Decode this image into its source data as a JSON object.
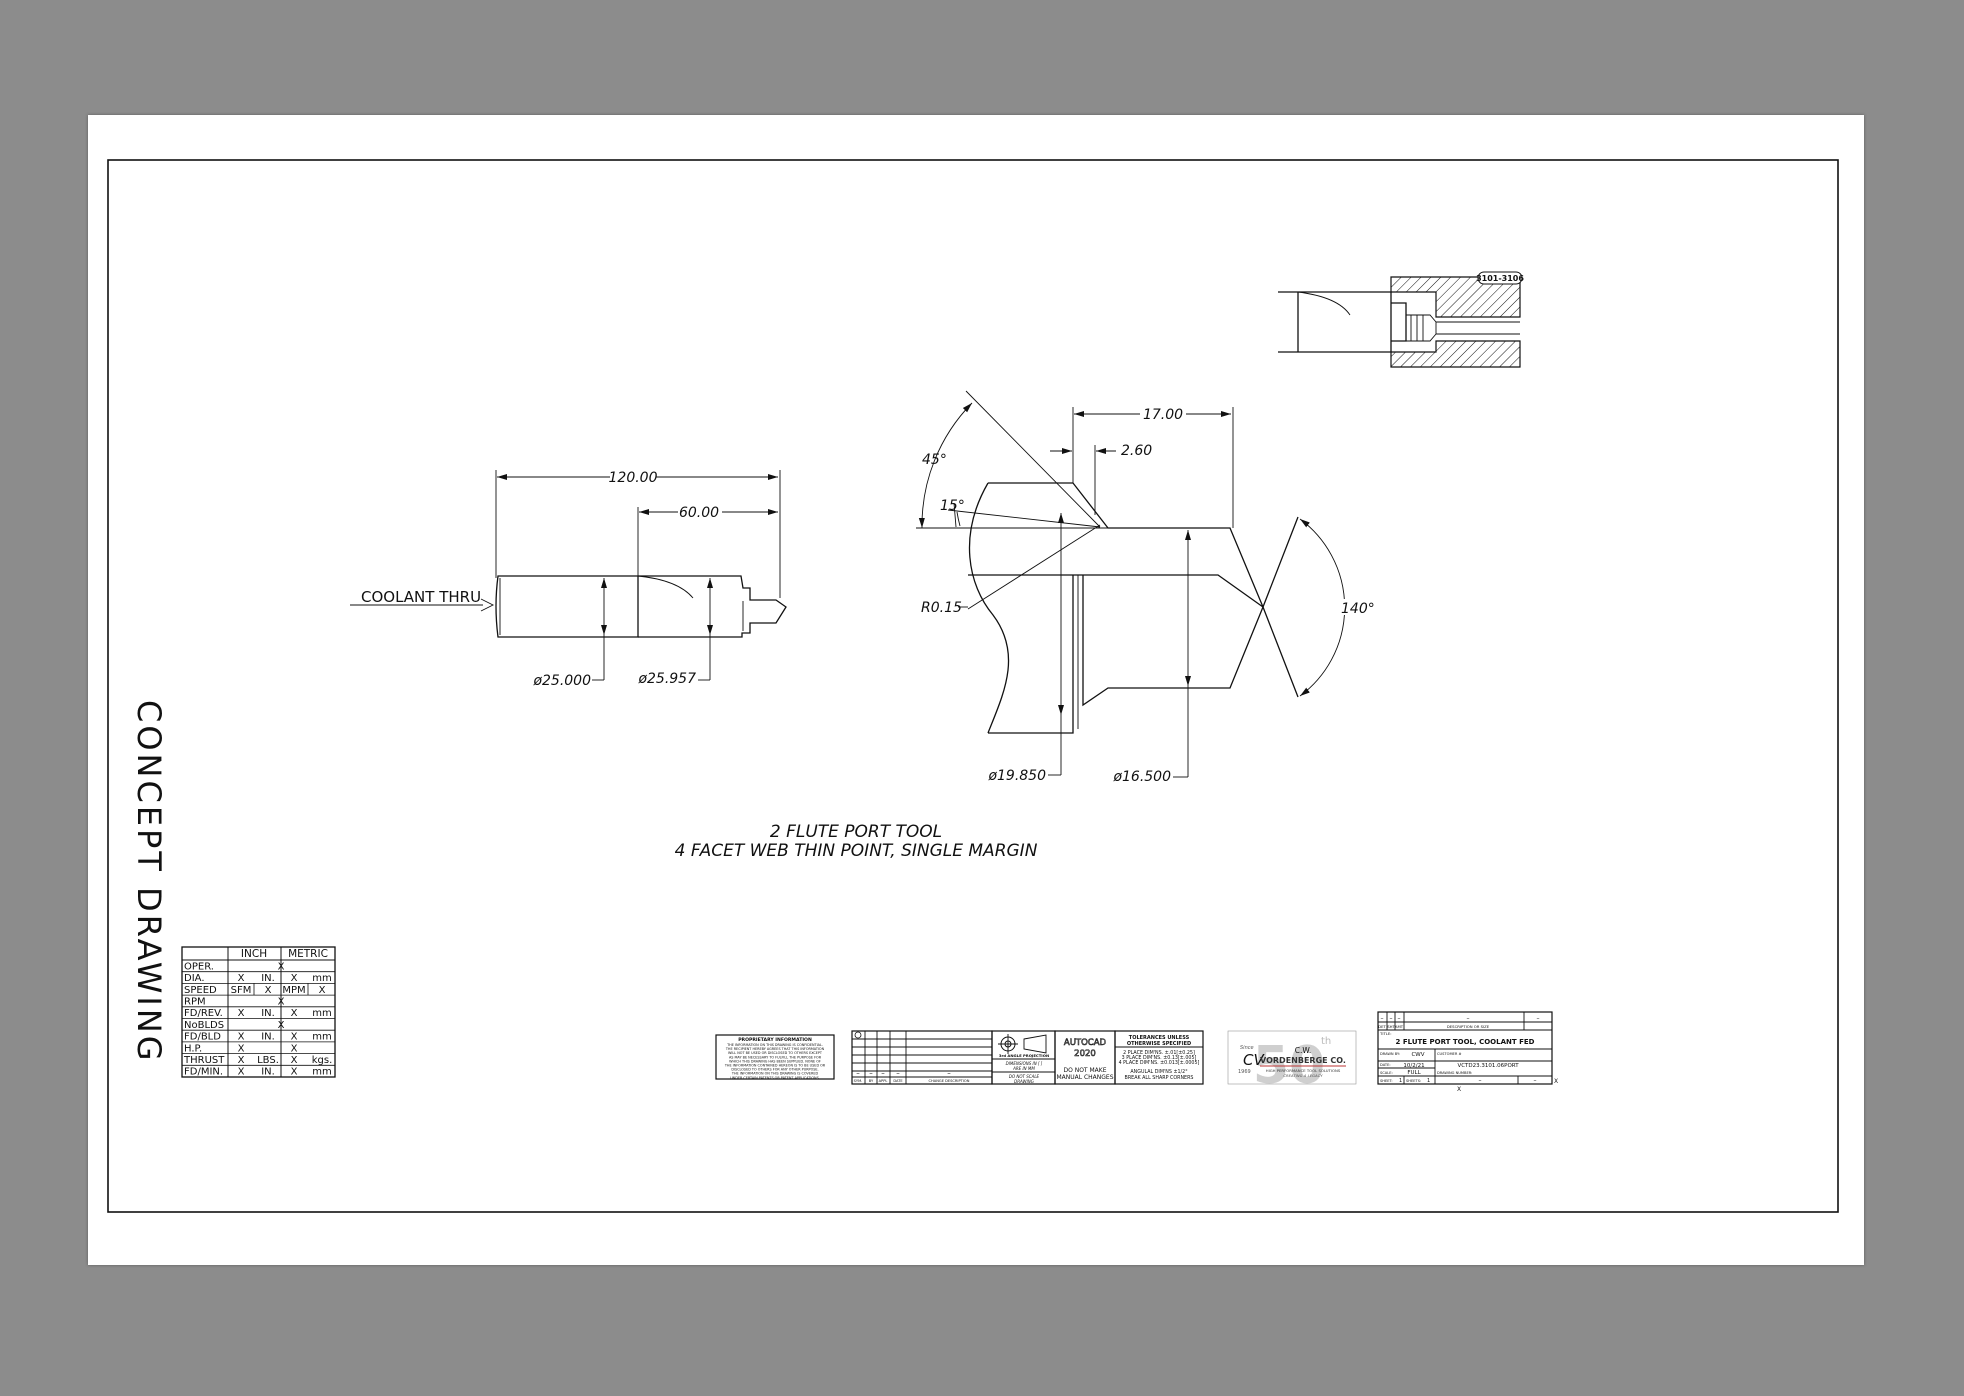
{
  "sheet": {
    "side_title": "CONCEPT DRAWING"
  },
  "callouts": {
    "coolant": "COOLANT THRU",
    "ref_tag": "3101-3106"
  },
  "dimensions": {
    "overall_length": "120.00",
    "flute_length": "60.00",
    "shank_dia": "ø25.000",
    "body_dia": "ø25.957",
    "step_length": "17.00",
    "step_offset": "2.60",
    "angle_45": "45°",
    "angle_15": "15°",
    "radius": "R0.15",
    "step_dia": "ø19.850",
    "pilot_dia": "ø16.500",
    "point_angle": "140°"
  },
  "description": {
    "line1": "2 FLUTE PORT TOOL",
    "line2": "4 FACET WEB THIN POINT, SINGLE MARGIN"
  },
  "units_table": {
    "header": [
      "",
      "INCH",
      "METRIC"
    ],
    "rows": [
      {
        "label": "OPER.",
        "cells": [
          "",
          "X",
          "",
          ""
        ]
      },
      {
        "label": "DIA.",
        "cells": [
          "X",
          "IN.",
          "X",
          "mm"
        ]
      },
      {
        "label": "SPEED",
        "cells": [
          "SFM",
          "X",
          "MPM",
          "X"
        ]
      },
      {
        "label": "RPM",
        "cells": [
          "",
          "X",
          "",
          ""
        ]
      },
      {
        "label": "FD/REV.",
        "cells": [
          "X",
          "IN.",
          "X",
          "mm"
        ]
      },
      {
        "label": "NoBLDS",
        "cells": [
          "",
          "X",
          "",
          ""
        ]
      },
      {
        "label": "FD/BLD",
        "cells": [
          "X",
          "IN.",
          "X",
          "mm"
        ]
      },
      {
        "label": "H.P.",
        "cells": [
          "X",
          "",
          "X",
          ""
        ]
      },
      {
        "label": "THRUST",
        "cells": [
          "X",
          "LBS.",
          "X",
          "kgs."
        ]
      },
      {
        "label": "FD/MIN.",
        "cells": [
          "X",
          "IN.",
          "X",
          "mm"
        ]
      }
    ]
  },
  "proprietary": {
    "title": "PROPRIETARY INFORMATION",
    "lines": [
      "THE INFORMATION ON THIS DRAWING IS CONFIDENTIAL.",
      "THE RECIPIENT HEREBY AGREES THAT THIS INFORMATION",
      "WILL NOT BE USED OR DISCLOSED TO OTHERS EXCEPT",
      "AS MAY BE NECESSARY TO FULFILL THE PURPOSE FOR",
      "WHICH THIS DRAWING HAS BEEN SUPPLIED. NONE OF",
      "THE INFORMATION CONTAINED HEREON IS TO BE USED OR",
      "DISCLOSED TO OTHERS FOR ANY OTHER PURPOSE.",
      "THE INFORMATION ON THIS DRAWING IS COVERED",
      "UNDER CERTAIN PATENTS OR PATENT APPLICATIONS."
    ]
  },
  "revisions": {
    "dash": "–",
    "headers": [
      "SYM.",
      "BY",
      "APPL",
      "DATE",
      "CHANGE DESCRIPTION"
    ]
  },
  "projection": {
    "label": "3rd ANGLE PROJECTION",
    "dims_note1": "DIMENSIONS IN [ ]",
    "dims_note2": "ARE IN MM",
    "no_scale1": "DO NOT SCALE",
    "no_scale2": "DRAWING"
  },
  "cad": {
    "badge1": "AUTOCAD",
    "badge2": "2020",
    "manual1": "DO NOT MAKE",
    "manual2": "MANUAL CHANGES"
  },
  "tolerances": {
    "title1": "TOLERANCES UNLESS",
    "title2": "OTHERWISE SPECIFIED",
    "lines": [
      "2 PLACE DIM'NS. ±.01[±0.25]",
      "3 PLACE DIM'NS. ±0.13[±.005]",
      "4 PLACE DIM'NS. ±0.013[±.0005]",
      "ANGULAL DIM'NS ±1/2°",
      "BREAK ALL SHARP CORNERS"
    ]
  },
  "logo": {
    "since": "Since",
    "year": "1969",
    "monogram": "CV",
    "anniv": "50",
    "th": "th",
    "cw": "C.W.",
    "name": "VORDENBERGE CO.",
    "tag1": "HIGH PERFORMANCE TOOL SOLUTIONS",
    "tag2": "CREATING A LEGACY"
  },
  "title_block": {
    "rev_headers": [
      "DET",
      "SHT",
      "AMT",
      "DESCRIPTION OR SIZE"
    ],
    "dash": "–",
    "title_label": "TITLE:",
    "title": "2 FLUTE PORT TOOL, COOLANT FED",
    "drawn_label": "DRAWN BY:",
    "drawn_by": "CWV",
    "customer_label": "CUSTOMER #",
    "date_label": "DATE:",
    "date": "10/2/21",
    "part_no": "VCTD23.3101.06PORT",
    "scale_label": "SCALE:",
    "scale": "FULL",
    "dwg_label": "DRAWING NUMBER:",
    "sheet_label": "SHEET:",
    "sheet": "1",
    "sheets_label": "SHEETS:",
    "sheets": "1",
    "x_mark": "X"
  }
}
